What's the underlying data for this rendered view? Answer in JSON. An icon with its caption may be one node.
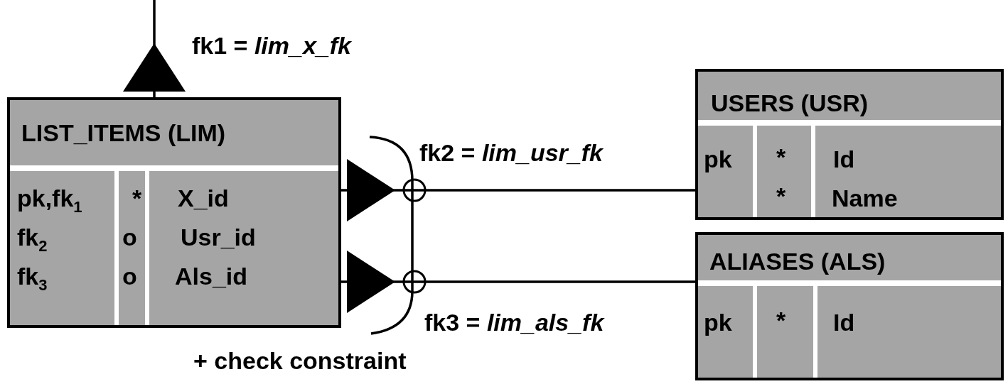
{
  "diagram": {
    "nodes": [
      {
        "text": [
          "LIST_ITEMS (LIM)",
          "pk,fk$_{1}$",
          "*",
          "X_id",
          "fk$_{2}$",
          "o",
          "Usr_id",
          "fk$_{3}$",
          "o",
          "Als_id"
        ]
      },
      {
        "text": [
          "USERS (USR)",
          "pk",
          "*",
          "Id",
          "*",
          "Name"
        ]
      },
      {
        "text": [
          "ALIASES (ALS)",
          "pk",
          "*",
          "Id"
        ]
      }
    ],
    "edges": [
      {
        "from": 0,
        "to": null,
        "arrow": "other",
        "label": "fk1 = *lim_x_fk*"
      },
      {
        "from": 0,
        "to": 1,
        "arrow": "other",
        "label": "fk2 = *lim_usr_fk*"
      },
      {
        "from": 0,
        "to": 2,
        "arrow": "other",
        "label": "fk3 = *lim_als_fk*"
      }
    ],
    "labels": [
      "+ check constraint"
    ]
  }
}
